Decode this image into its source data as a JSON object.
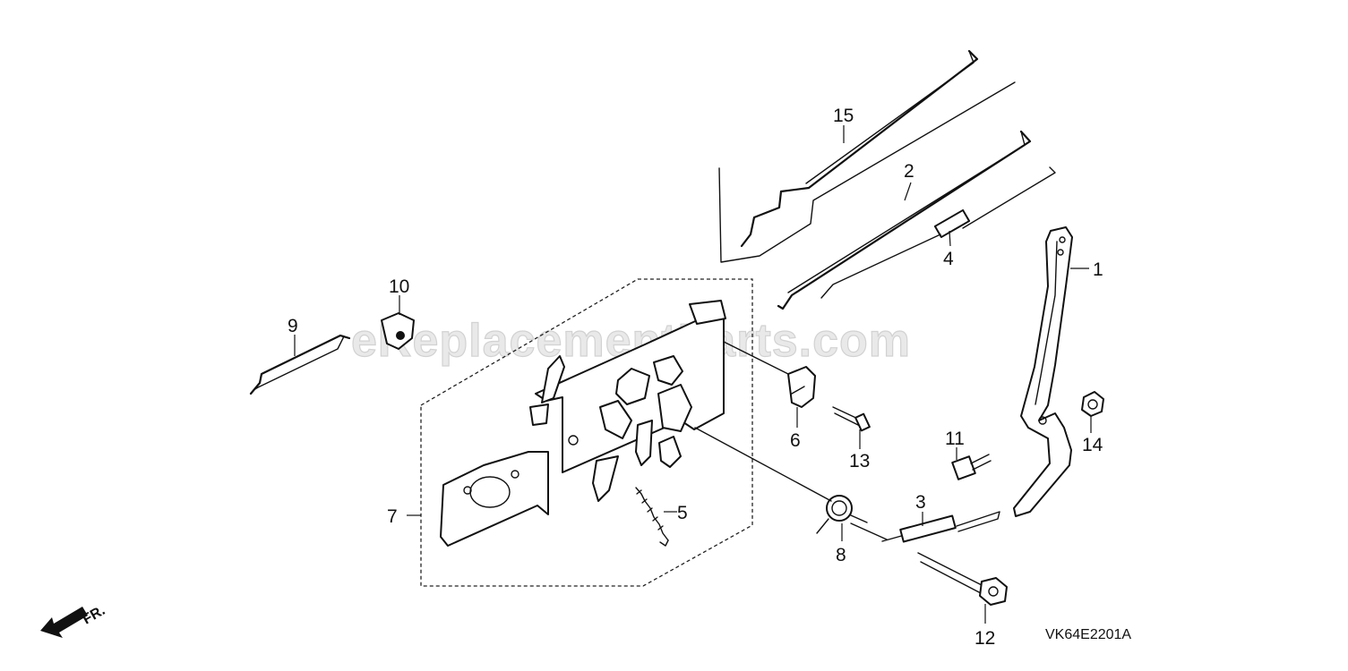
{
  "watermark": "eReplacementParts.com",
  "diagram_code": "VK64E2201A",
  "front_label": "FR.",
  "callouts": [
    {
      "id": "1",
      "label": "1"
    },
    {
      "id": "2",
      "label": "2"
    },
    {
      "id": "3",
      "label": "3"
    },
    {
      "id": "4",
      "label": "4"
    },
    {
      "id": "5",
      "label": "5"
    },
    {
      "id": "6",
      "label": "6"
    },
    {
      "id": "7",
      "label": "7"
    },
    {
      "id": "8",
      "label": "8"
    },
    {
      "id": "9",
      "label": "9"
    },
    {
      "id": "10",
      "label": "10"
    },
    {
      "id": "11",
      "label": "11"
    },
    {
      "id": "12",
      "label": "12"
    },
    {
      "id": "13",
      "label": "13"
    },
    {
      "id": "14",
      "label": "14"
    },
    {
      "id": "15",
      "label": "15"
    }
  ]
}
